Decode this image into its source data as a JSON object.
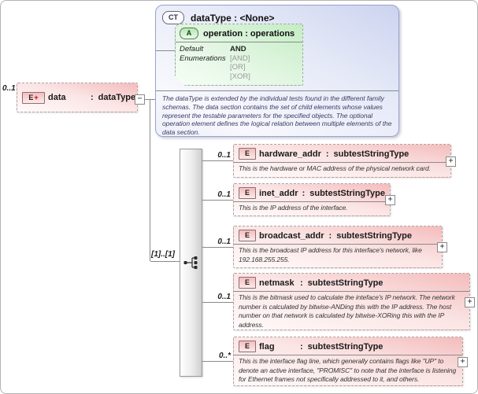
{
  "icons": {
    "collapse": "−",
    "expand": "+",
    "element_badge": "E",
    "element_plus": "+",
    "complex_type_badge": "CT",
    "attribute_badge": "A"
  },
  "labels": {
    "colon": ":"
  },
  "root_element": {
    "cardinality": "0..1",
    "name": "data",
    "type": "dataType"
  },
  "complex_type": {
    "name": "dataType",
    "type": "<None>",
    "attribute": {
      "name": "operation",
      "type": "operations",
      "default_label": "Default",
      "default_value": "AND",
      "enumerations_label": "Enumerations",
      "enumerations": [
        "[AND]",
        "[OR]",
        "[XOR]"
      ]
    },
    "annotation": "The dataType is extended by the individual tests found in the different family schemas.  The data section contains the set of child elements whose values represent the testable parameters for the specified objects. The optional operation element defines the logical relation between multiple elements of the data section."
  },
  "sequence": {
    "occurrence": "[1]..[1]"
  },
  "children": [
    {
      "cardinality": "0..1",
      "name": "hardware_addr",
      "type": "subtestStringType",
      "annotation": "This is the hardware or MAC address of the physical network card."
    },
    {
      "cardinality": "0..1",
      "name": "inet_addr",
      "type": "subtestStringType",
      "annotation": "This is the IP address of the interface."
    },
    {
      "cardinality": "0..1",
      "name": "broadcast_addr",
      "type": "subtestStringType",
      "annotation": "This is the broadcast IP address for this interface's network, like 192.168.255.255."
    },
    {
      "cardinality": "0..1",
      "name": "netmask",
      "type": "subtestStringType",
      "annotation": "This is the bitmask used to calculate the inteface's IP network.  The network number is calculated by bitwise-ANDing this with the IP address. The host number on that network is calculated by bitwise-XORing this with the IP address."
    },
    {
      "cardinality": "0..*",
      "name": "flag",
      "type": "subtestStringType",
      "annotation": "This is the interface flag line, which generally contains flags like \"UP\" to denote an active interface, \"PROMISC\" to note that the interface is listening for Ethernet frames not specifically addressed to it, and others."
    }
  ],
  "colors": {
    "element_fill": "#f4bcbc",
    "attribute_fill": "#c4edc4",
    "complex_type_fill": "#ccd3ef",
    "connector": "#8a8a8a"
  }
}
